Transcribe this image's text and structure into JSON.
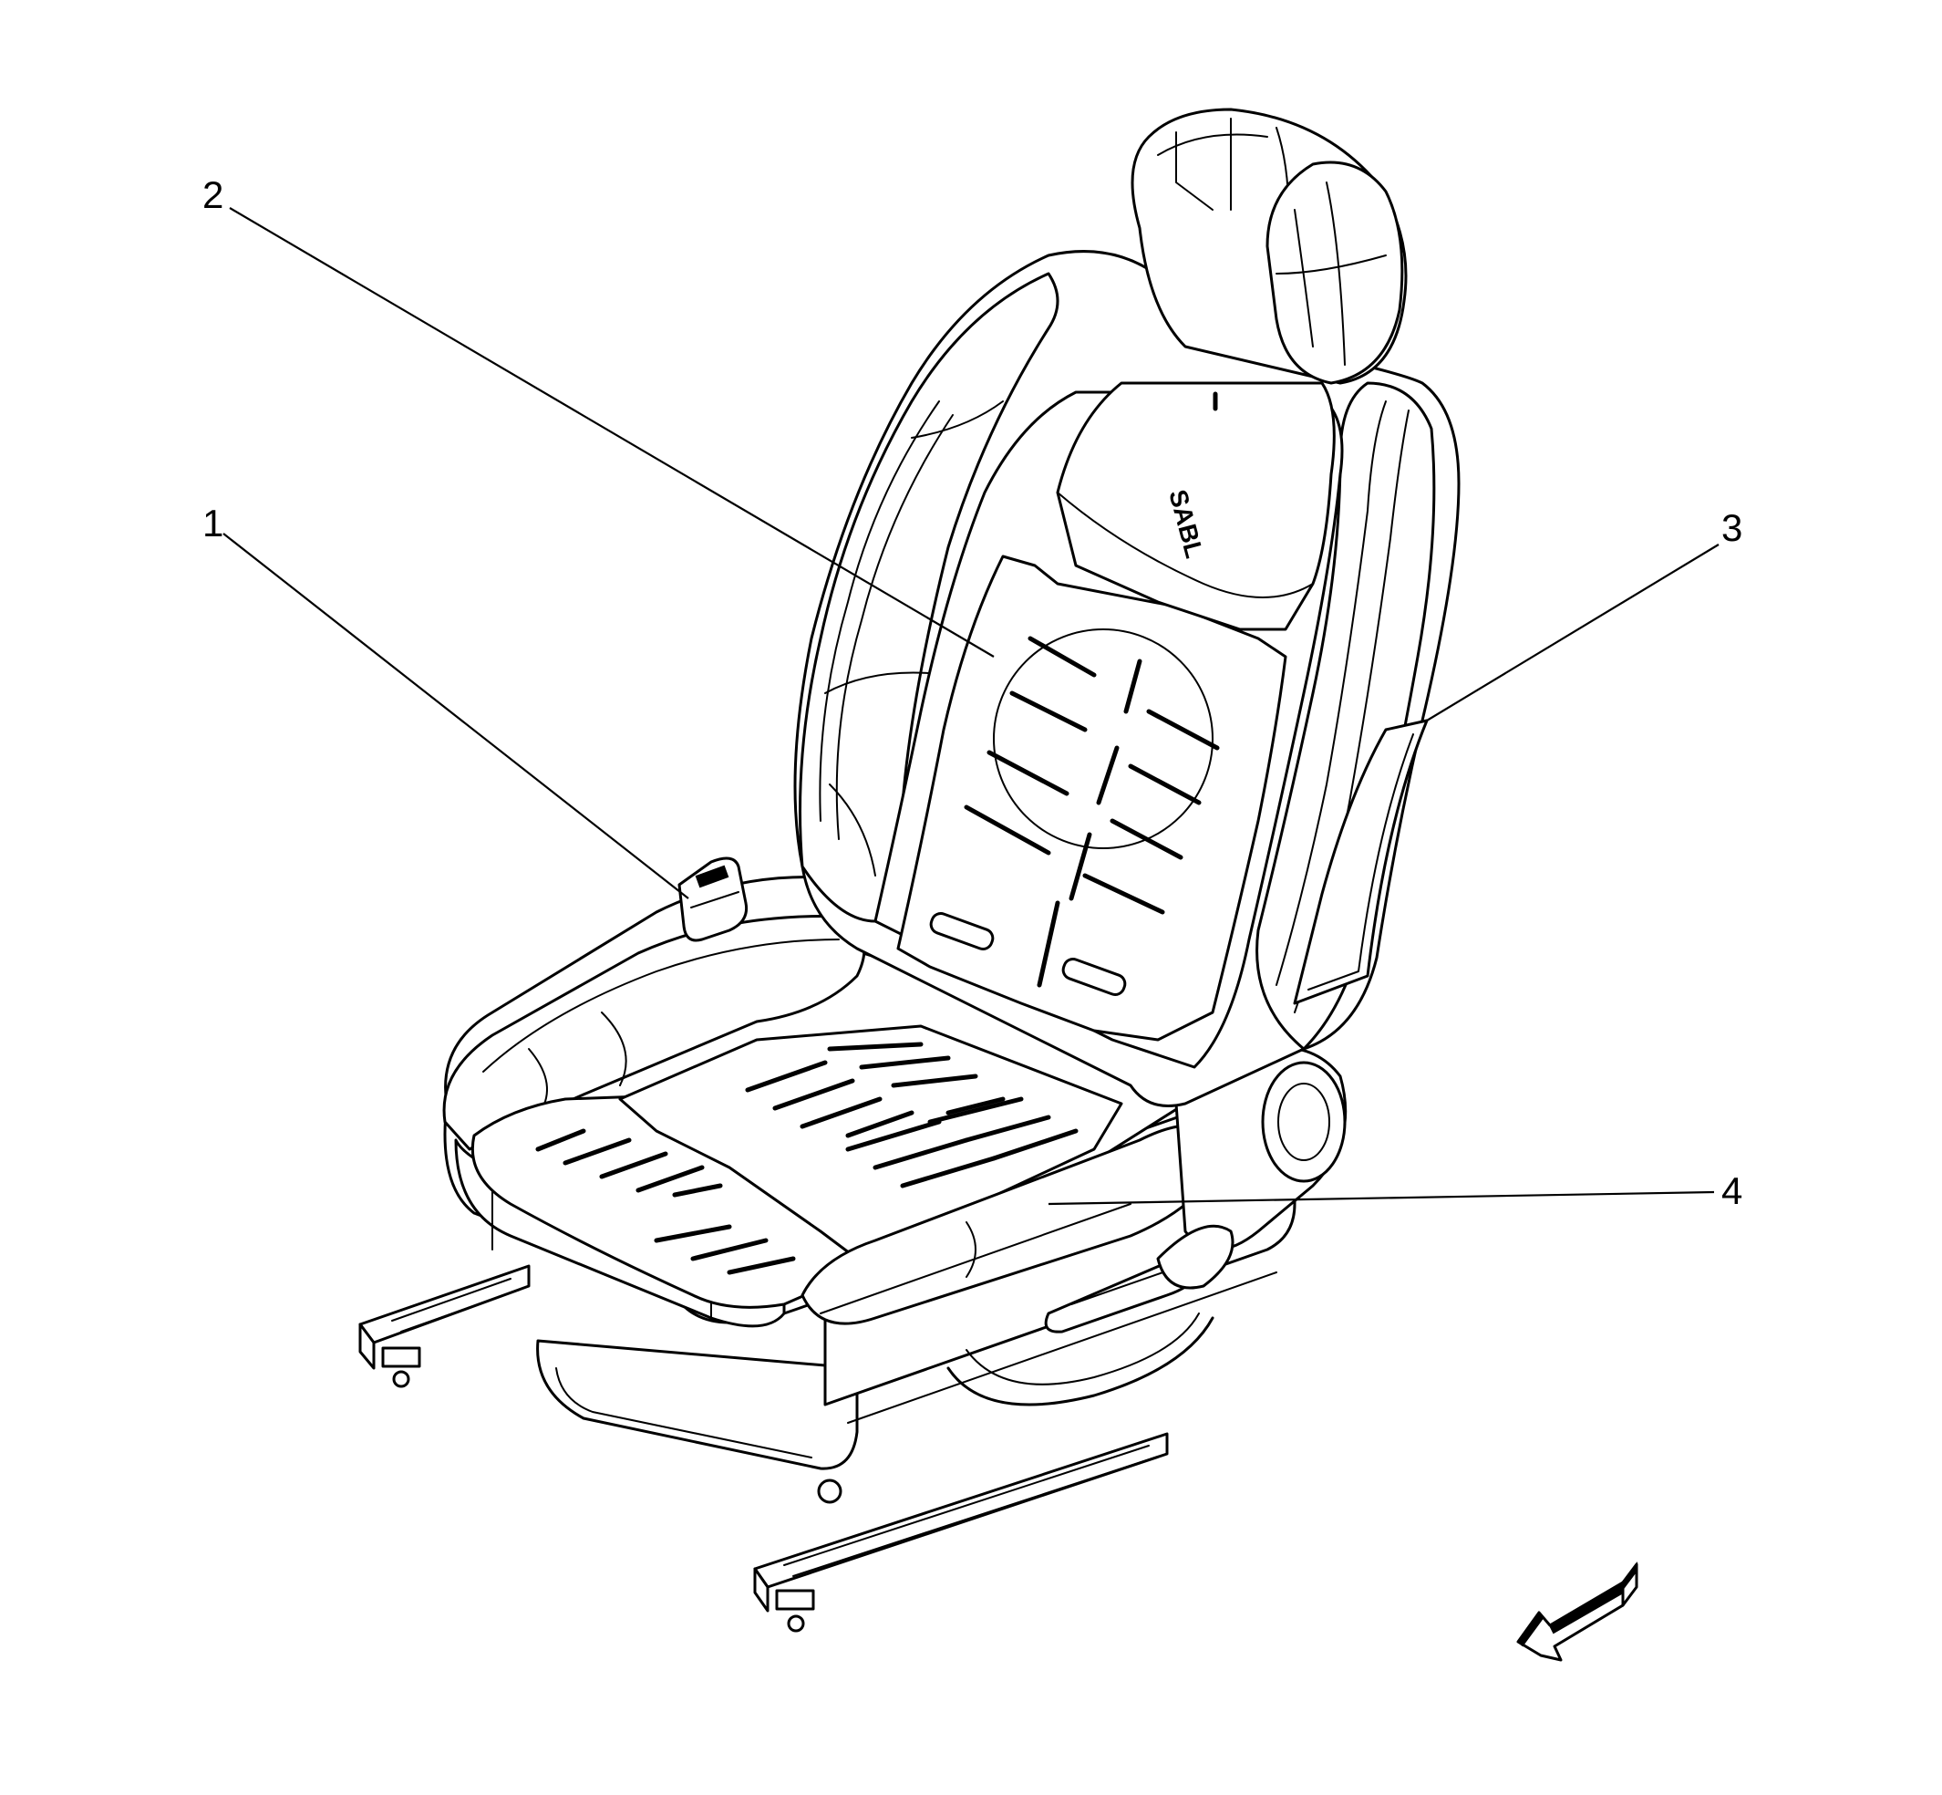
{
  "callouts": [
    {
      "id": "1",
      "label": "1"
    },
    {
      "id": "2",
      "label": "2"
    },
    {
      "id": "3",
      "label": "3"
    },
    {
      "id": "4",
      "label": "4"
    }
  ],
  "seat_marking": "SABL",
  "direction_arrow": {
    "icon": "forward-direction-arrow-icon"
  },
  "colors": {
    "line": "#000000",
    "background": "#ffffff"
  }
}
